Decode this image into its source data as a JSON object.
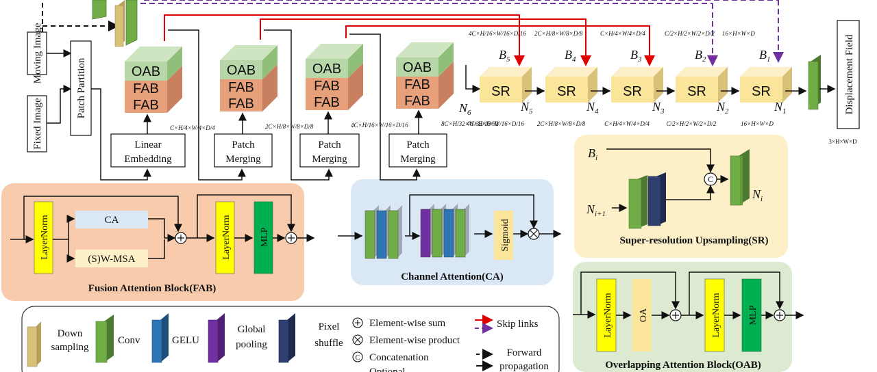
{
  "inputs": {
    "moving": "Moving Image",
    "fixed": "Fixed Image"
  },
  "patch_partition": "Patch Partition",
  "stages": [
    {
      "oab": "OAB",
      "fab1": "FAB",
      "fab2": "FAB",
      "dim": "C×H/4×W/4×D/4",
      "proc_line1": "Linear",
      "proc_line2": "Embedding",
      "n_label": ""
    },
    {
      "oab": "OAB",
      "fab1": "FAB",
      "fab2": "FAB",
      "dim": "2C×H/8×W/8×D/8",
      "proc_line1": "Patch",
      "proc_line2": "Merging",
      "n_label": ""
    },
    {
      "oab": "OAB",
      "fab1": "FAB",
      "fab2": "FAB",
      "dim": "4C×H/16×W/16×D/16",
      "proc_line1": "Patch",
      "proc_line2": "Merging",
      "n_label": ""
    },
    {
      "oab": "OAB",
      "fab1": "FAB",
      "fab2": "FAB",
      "dim": "8C×H/32×W/32×D/32",
      "proc_line1": "Patch",
      "proc_line2": "Merging",
      "n_label": "N6"
    }
  ],
  "decoder": [
    {
      "label": "SR",
      "b": "B5",
      "b_dim": "4C×H/16×W/16×D/16",
      "n": "N5",
      "n_dim": "4C×H/16×W/16×D/16"
    },
    {
      "label": "SR",
      "b": "B4",
      "b_dim": "2C×H/8×W/8×D/8",
      "n": "N4",
      "n_dim": "2C×H/8×W/8×D/8"
    },
    {
      "label": "SR",
      "b": "B3",
      "b_dim": "C×H/4×W/4×D/4",
      "n": "N3",
      "n_dim": "C×H/4×W/4×D/4"
    },
    {
      "label": "SR",
      "b": "B2",
      "b_dim": "C/2×H/2×W/2×D/2",
      "n": "N2",
      "n_dim": "C/2×H/2×W/2×D/2"
    },
    {
      "label": "SR",
      "b": "B1",
      "b_dim": "16×H×W×D",
      "n": "N1",
      "n_dim": "16×H×W×D"
    }
  ],
  "output": {
    "label": "Displacement Field",
    "dim": "3×H×W×D"
  },
  "fab": {
    "title": "Fusion Attention Block(FAB)",
    "layernorm": "LayerNorm",
    "ca": "CA",
    "swmsa": "(S)W-MSA",
    "mlp": "MLP"
  },
  "ca_block": {
    "title": "Channel Attention(CA)",
    "sigmoid": "Sigmoid"
  },
  "sr_block": {
    "title": "Super-resolution Upsampling(SR)",
    "bi": "Bi",
    "ni1": "Ni+1",
    "ni": "Ni",
    "concat": "C"
  },
  "oab_block": {
    "title": "Overlapping Attention Block(OAB)",
    "layernorm": "LayerNorm",
    "oa": "OA",
    "mlp": "MLP"
  },
  "legend": {
    "down_line1": "Down",
    "down_line2": "sampling",
    "conv": "Conv",
    "gelu": "GELU",
    "gp_line1": "Global",
    "gp_line2": "pooling",
    "ps_line1": "Pixel",
    "ps_line2": "shuffle",
    "sum": "Element-wise sum",
    "product": "Element-wise product",
    "concat_line1": "Concatenation",
    "concat_line2": "Optional",
    "skip": "Skip links",
    "fwd_line1": "Forward",
    "fwd_line2": "propagation"
  },
  "colors": {
    "oab_green": "#b7d7a8",
    "fab_orange": "#e8a07a",
    "sr_yellow": "#fbe59a",
    "conv_green": "#70ad47",
    "gelu_blue": "#2e75b6",
    "gp_purple": "#7030a0",
    "ps_navy": "#2f3f6f",
    "down_tan": "#d9c17a",
    "layernorm_yellow": "#ffff00",
    "mlp_green": "#00b050",
    "skip_red": "#e00000",
    "skip_purple": "#7030a0",
    "fab_bg": "#f8cbad",
    "ca_bg": "#dae8f5",
    "sr_bg": "#fdf0c8",
    "oab_bg": "#dbead0"
  }
}
